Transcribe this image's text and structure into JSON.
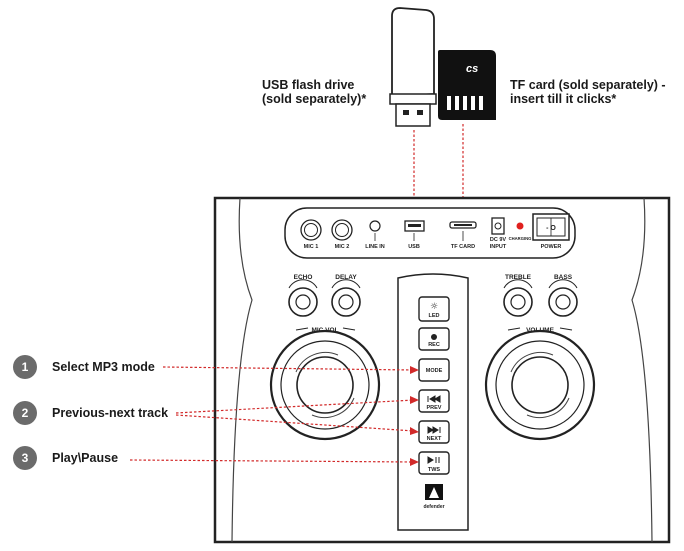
{
  "captions": {
    "usb_line1": "USB flash drive",
    "usb_line2": "(sold separately)*",
    "tf_line1": "TF card (sold separately) -",
    "tf_line2": "insert till it clicks*"
  },
  "tf_card_text": "cs",
  "ports": {
    "mic1": "MIC 1",
    "mic2": "MIC 2",
    "line_in": "LINE IN",
    "usb": "USB",
    "tf_card": "TF CARD",
    "dc_line1": "DC 9V",
    "dc_line2": "INPUT",
    "charging": "CHARGING",
    "power": "POWER",
    "power_switch": "- O"
  },
  "knobs": {
    "echo": "ECHO",
    "delay": "DELAY",
    "treble": "TREBLE",
    "bass": "BASS",
    "mic_vol": "MIC.VOL",
    "volume": "VOLUME"
  },
  "buttons": {
    "led": "LED",
    "rec": "REC",
    "mode": "MODE",
    "prev": "PREV",
    "next": "NEXT",
    "tws": "TWS"
  },
  "steps": [
    {
      "number": "1",
      "label": "Select MP3 mode"
    },
    {
      "number": "2",
      "label": "Previous-next track"
    },
    {
      "number": "3",
      "label": "Play\\Pause"
    }
  ],
  "logo_text": "defender",
  "colors": {
    "leader": "#d22a2a",
    "step_circle": "#6b6b6b",
    "charging_led": "#e0201e"
  }
}
